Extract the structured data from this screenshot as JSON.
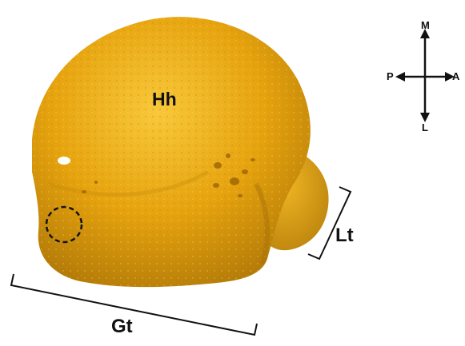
{
  "image": {
    "description_labels": {
      "humeral_head": "Hh",
      "lesser_tubercle": "Lt",
      "greater_tubercle": "Gt"
    },
    "orientation": {
      "medial": "M",
      "lateral": "L",
      "posterior": "P",
      "anterior": "A"
    },
    "colors": {
      "bone": "#E6A30E",
      "bone_shadow": "#B07A0A",
      "bone_highlight": "#F6C53A",
      "lines": "#111111",
      "background": "#ffffff"
    }
  }
}
